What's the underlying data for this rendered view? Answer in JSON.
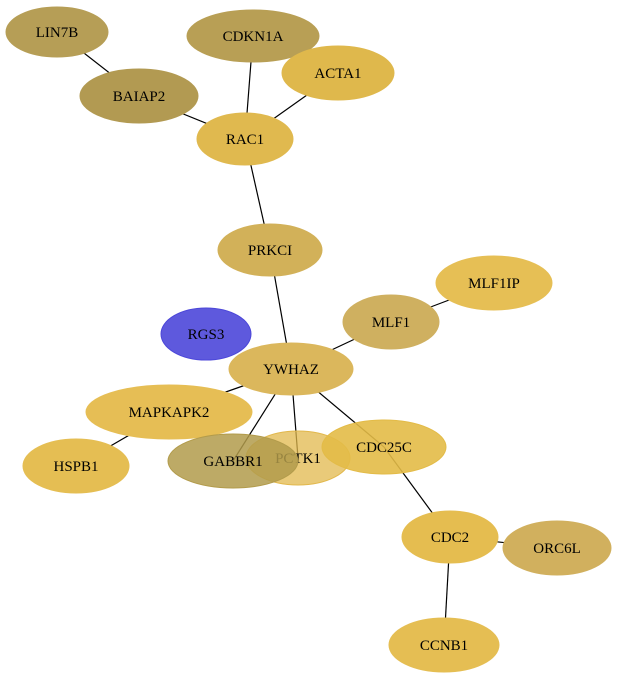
{
  "colors": {
    "dark_gold": "#b39b4e",
    "mid_gold": "#c8aa4f",
    "light_gold": "#e0bc48",
    "blue": "#4a46d8",
    "edge": "#000000"
  },
  "nodes": [
    {
      "id": "LIN7B",
      "label": "LIN7B",
      "color": "#b69e56",
      "opacity": 1
    },
    {
      "id": "CDKN1A",
      "label": "CDKN1A",
      "color": "#b89f55",
      "opacity": 1
    },
    {
      "id": "ACTA1",
      "label": "ACTA1",
      "color": "#dfb84c",
      "opacity": 1
    },
    {
      "id": "BAIAP2",
      "label": "BAIAP2",
      "color": "#b29a52",
      "opacity": 1
    },
    {
      "id": "RAC1",
      "label": "RAC1",
      "color": "#e0b94f",
      "opacity": 1
    },
    {
      "id": "PRKCI",
      "label": "PRKCI",
      "color": "#d2b159",
      "opacity": 1
    },
    {
      "id": "MLF1IP",
      "label": "MLF1IP",
      "color": "#e6bf55",
      "opacity": 1
    },
    {
      "id": "MLF1",
      "label": "MLF1",
      "color": "#cfb060",
      "opacity": 1
    },
    {
      "id": "RGS3",
      "label": "RGS3",
      "color": "#4c47d9",
      "opacity": 0.9
    },
    {
      "id": "YWHAZ",
      "label": "YWHAZ",
      "color": "#dbb75c",
      "opacity": 1
    },
    {
      "id": "MAPKAPK2",
      "label": "MAPKAPK2",
      "color": "#e6be55",
      "opacity": 1
    },
    {
      "id": "HSPB1",
      "label": "HSPB1",
      "color": "#e5be53",
      "opacity": 1
    },
    {
      "id": "PCTK1",
      "label": "PCTK1",
      "color": "#e2b84c",
      "opacity": 0.75
    },
    {
      "id": "GABBR1",
      "label": "GABBR1",
      "color": "#b29b4b",
      "opacity": 0.85
    },
    {
      "id": "CDC25C",
      "label": "CDC25C",
      "color": "#e3bb47",
      "opacity": 0.9
    },
    {
      "id": "CDC2",
      "label": "CDC2",
      "color": "#e5bd50",
      "opacity": 1
    },
    {
      "id": "ORC6L",
      "label": "ORC6L",
      "color": "#d1b05e",
      "opacity": 1
    },
    {
      "id": "CCNB1",
      "label": "CCNB1",
      "color": "#e5be53",
      "opacity": 1
    }
  ],
  "edges": [
    [
      "LIN7B",
      "BAIAP2"
    ],
    [
      "BAIAP2",
      "RAC1"
    ],
    [
      "CDKN1A",
      "RAC1"
    ],
    [
      "ACTA1",
      "RAC1"
    ],
    [
      "RAC1",
      "PRKCI"
    ],
    [
      "PRKCI",
      "YWHAZ"
    ],
    [
      "MLF1IP",
      "MLF1"
    ],
    [
      "MLF1",
      "YWHAZ"
    ],
    [
      "YWHAZ",
      "MAPKAPK2"
    ],
    [
      "MAPKAPK2",
      "HSPB1"
    ],
    [
      "YWHAZ",
      "GABBR1"
    ],
    [
      "YWHAZ",
      "PCTK1"
    ],
    [
      "YWHAZ",
      "CDC25C"
    ],
    [
      "CDC25C",
      "CDC2"
    ],
    [
      "CDC2",
      "ORC6L"
    ],
    [
      "CDC2",
      "CCNB1"
    ]
  ]
}
